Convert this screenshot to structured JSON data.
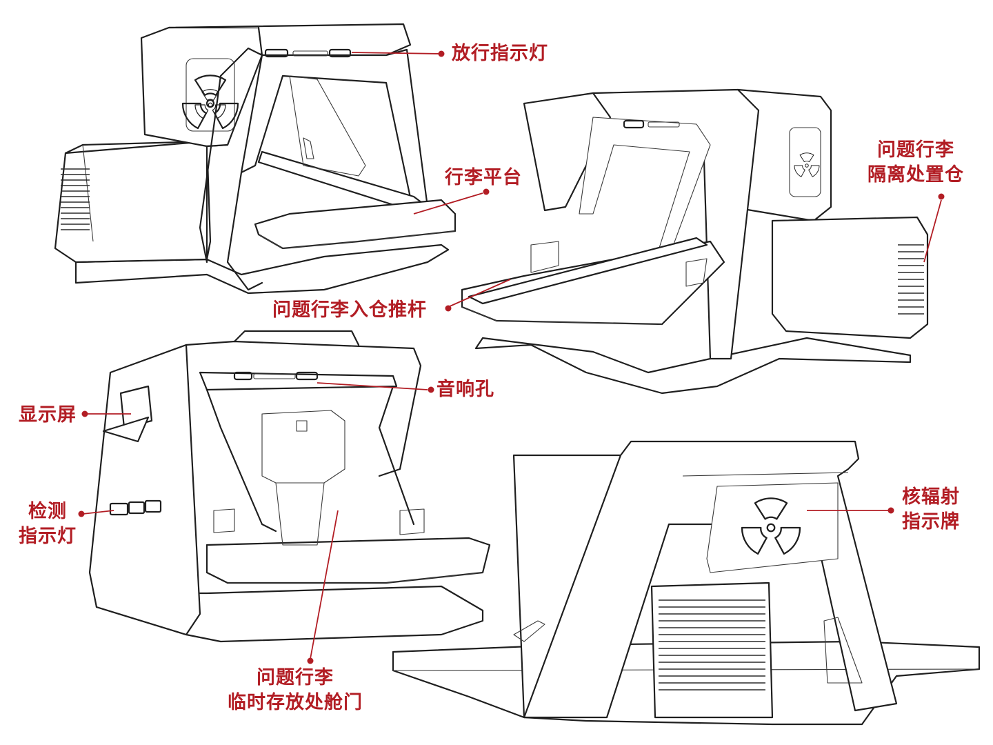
{
  "annotations": {
    "release_light": "放行指示灯",
    "baggage_platform": "行李平台",
    "isolation_bay_line1": "问题行李",
    "isolation_bay_line2": "隔离处置仓",
    "push_rod": "问题行李入仓推杆",
    "speaker_hole": "音响孔",
    "display_screen": "显示屏",
    "detection_light_line1": "检测",
    "detection_light_line2": "指示灯",
    "storage_door_line1": "问题行李",
    "storage_door_line2": "临时存放处舱门",
    "radiation_sign_line1": "核辐射",
    "radiation_sign_line2": "指示牌"
  },
  "colors": {
    "annotation": "#b21d24",
    "linework": "#1f1f1f",
    "background": "#ffffff"
  },
  "icons": [
    "radiation-trefoil-icon",
    "vent-grille-icon"
  ]
}
